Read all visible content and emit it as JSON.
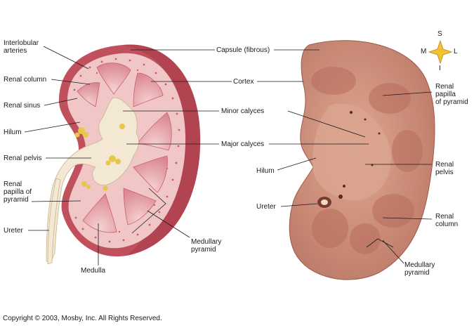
{
  "labels": {
    "interlobular_arteries": "Interlobular\narteries",
    "renal_column_left": "Renal column",
    "renal_sinus": "Renal sinus",
    "hilum_left": "Hilum",
    "renal_pelvis_left": "Renal pelvis",
    "renal_papilla_left": "Renal\npapilla of\npyramid",
    "ureter_left": "Ureter",
    "medulla": "Medulla",
    "medullary_pyramid_left": "Medullary\npyramid",
    "capsule": "Capsule (fibrous)",
    "cortex": "Cortex",
    "minor_calyces": "Minor calyces",
    "major_calyces": "Major calyces",
    "hilum_right": "Hilum",
    "ureter_right": "Ureter",
    "renal_papilla_right": "Renal\npapilla\nof pyramid",
    "renal_pelvis_right": "Renal\npelvis",
    "renal_column_right": "Renal\ncolumn",
    "medullary_pyramid_right": "Medullary\npyramid"
  },
  "compass": {
    "north": "S",
    "south": "I",
    "west": "M",
    "east": "L"
  },
  "copyright": "Copyright © 2003, Mosby, Inc. All Rights Reserved.",
  "colors": {
    "capsule": "#c1505d",
    "cortex": "#f0c6c6",
    "pyramid": "#e19aa1",
    "pelvis": "#f3e8d3",
    "fat": "#e8c64a",
    "specimen": "#c98a74",
    "compass_star": "#f2c230"
  }
}
